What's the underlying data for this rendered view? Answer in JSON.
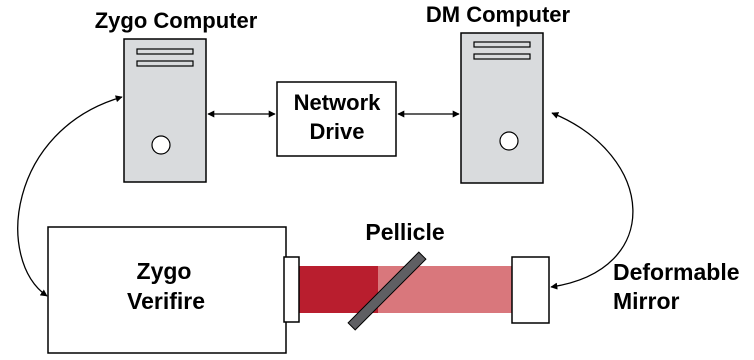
{
  "colors": {
    "computer_fill": "#d9dbdd",
    "outline": "#000000",
    "beam_dark": "#b91e2e",
    "beam_light": "#d9777c",
    "pellicle": "#5f5f63",
    "box_fill": "#ffffff"
  },
  "labels": {
    "zygo_computer": "Zygo Computer",
    "dm_computer": "DM Computer",
    "network_drive_line1": "Network",
    "network_drive_line2": "Drive",
    "zygo_verifire_line1": "Zygo",
    "zygo_verifire_line2": "Verifire",
    "pellicle": "Pellicle",
    "deformable_mirror_line1": "Deformable",
    "deformable_mirror_line2": "Mirror"
  },
  "connections": [
    {
      "from": "zygo_computer",
      "to": "network_drive",
      "style": "double-arrow"
    },
    {
      "from": "network_drive",
      "to": "dm_computer",
      "style": "double-arrow"
    },
    {
      "from": "zygo_computer",
      "to": "zygo_verifire",
      "style": "curved-double-arrow"
    },
    {
      "from": "dm_computer",
      "to": "deformable_mirror",
      "style": "curved-double-arrow"
    }
  ]
}
